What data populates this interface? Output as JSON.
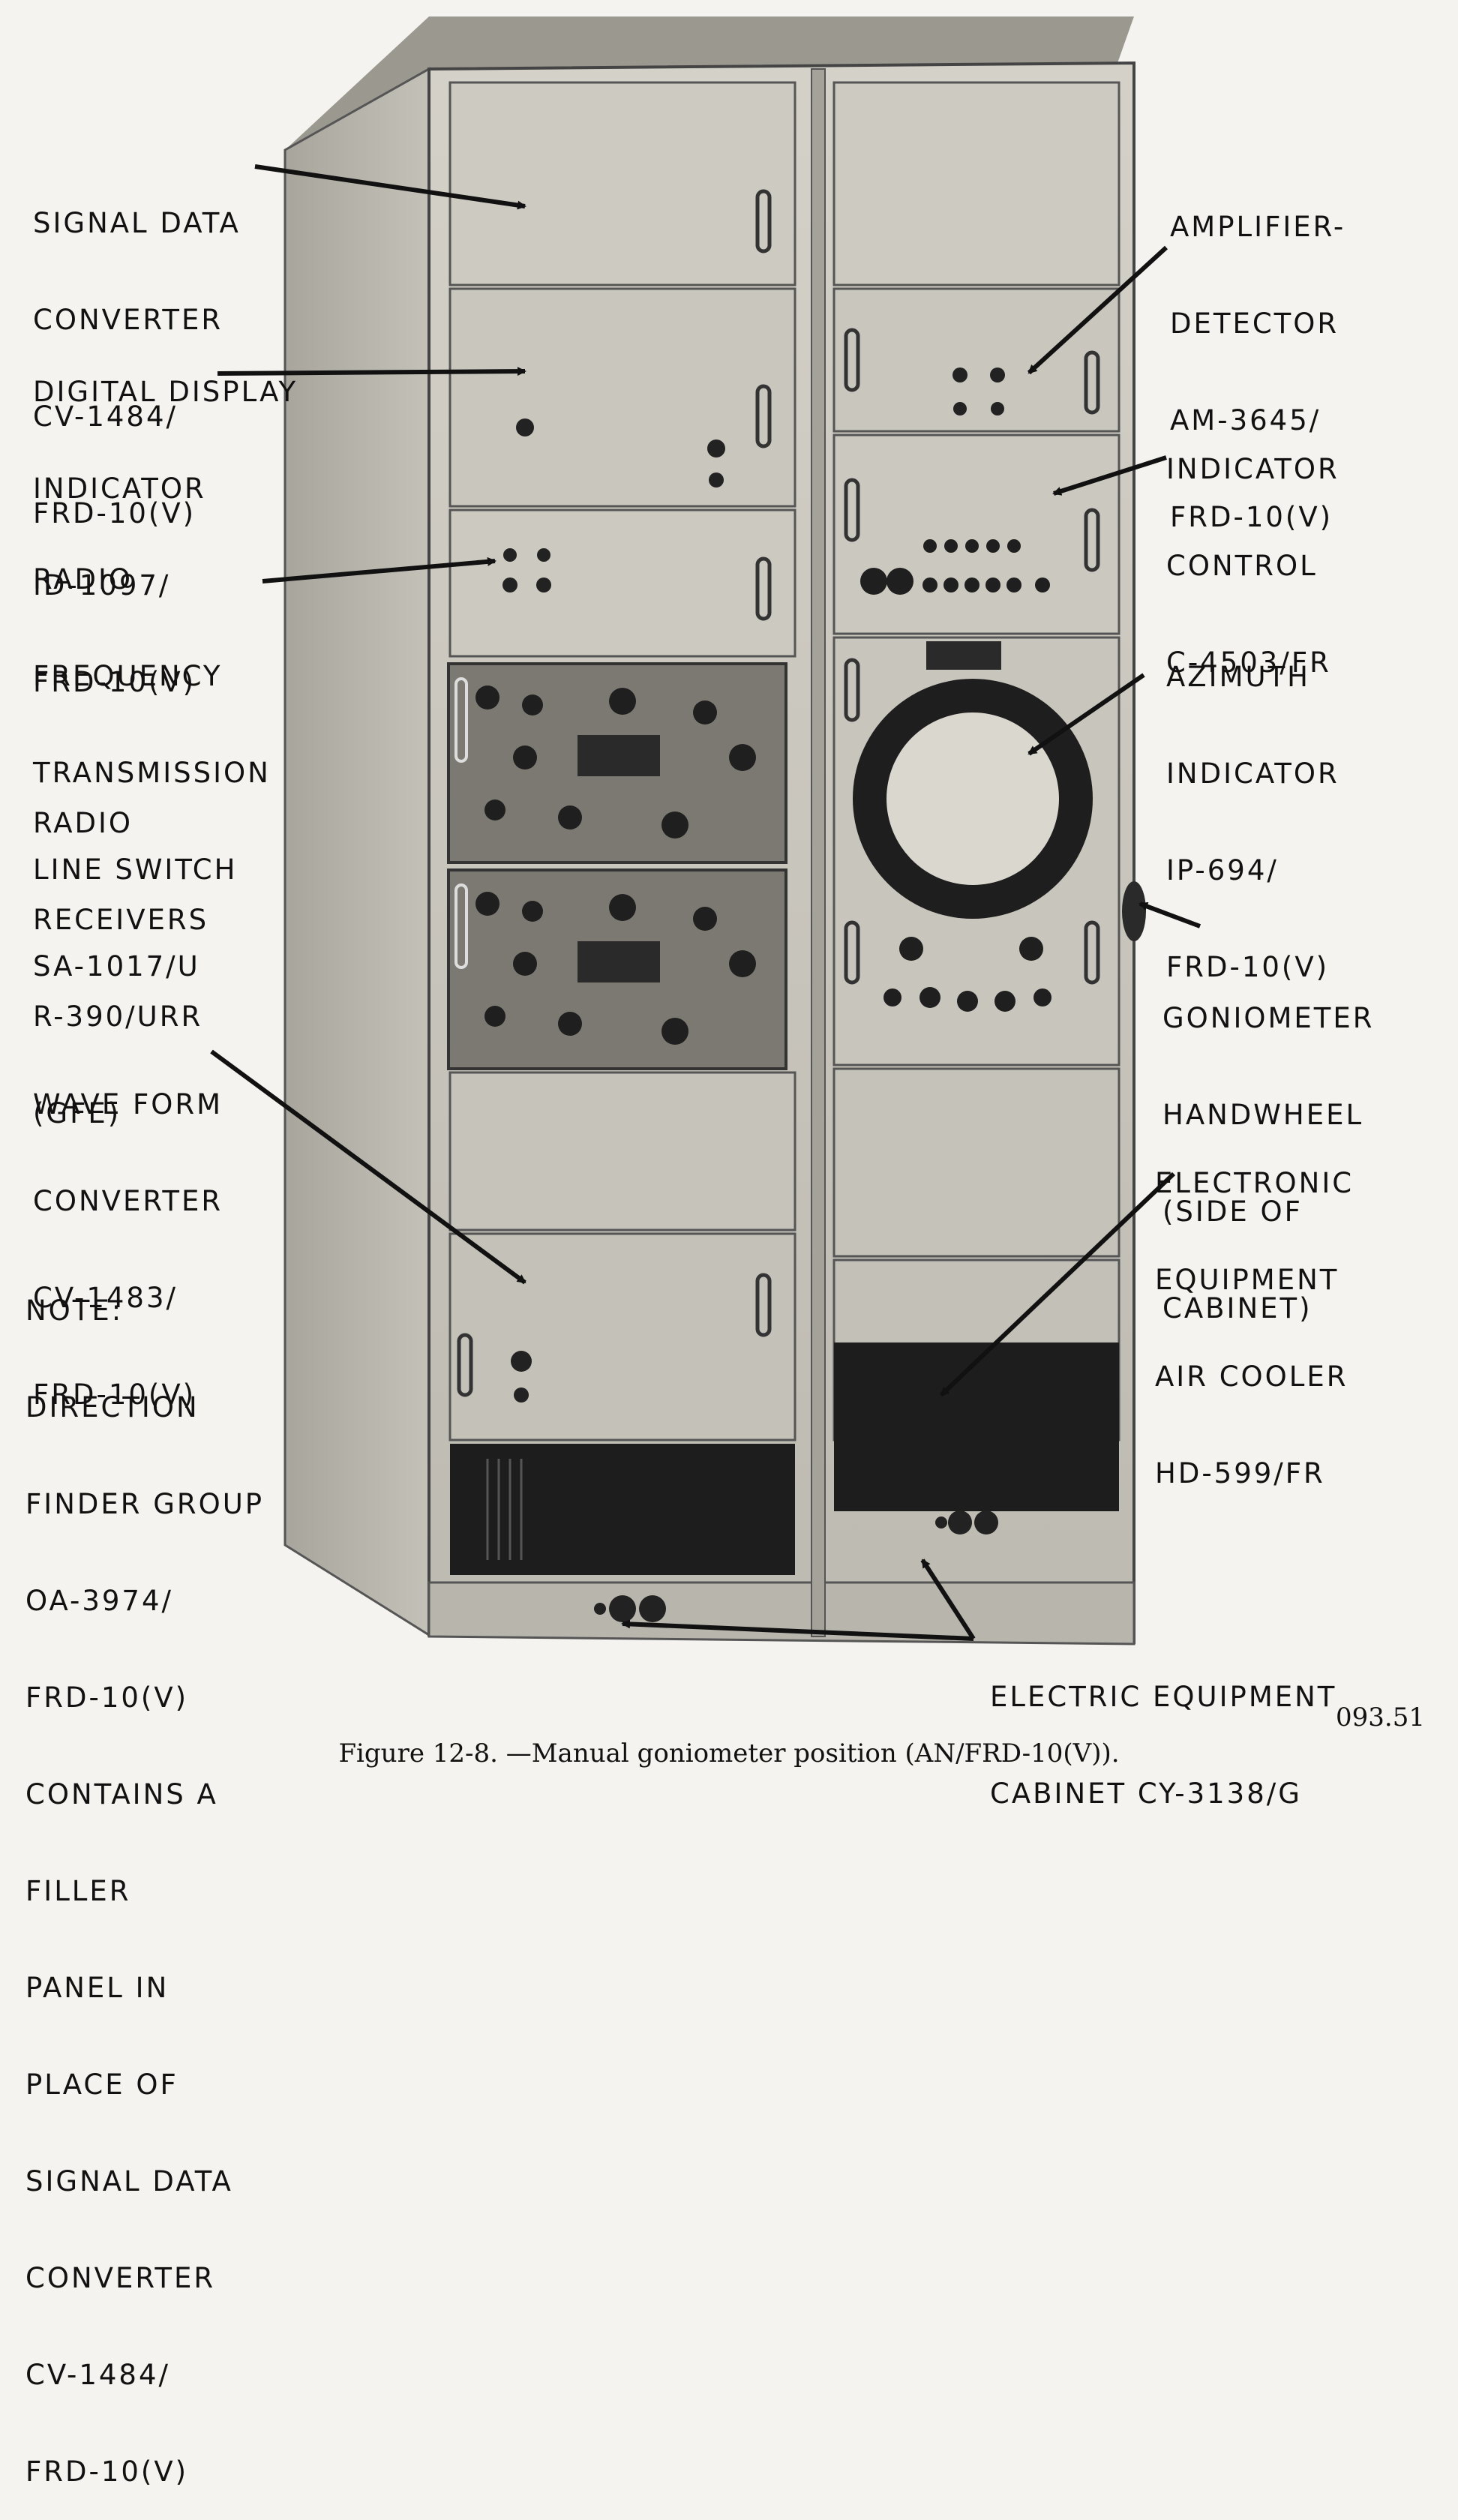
{
  "labels": {
    "signal_data_converter": [
      "SIGNAL DATA",
      "CONVERTER",
      "CV-1484/",
      "FRD-10(V)"
    ],
    "digital_display_indicator": [
      "DIGITAL DISPLAY",
      "INDICATOR",
      "ID-1097/",
      "FRD-10(V)"
    ],
    "rf_transmission_line_switch": [
      "RADIO",
      "FREQUENCY",
      "TRANSMISSION",
      "LINE SWITCH",
      "SA-1017/U"
    ],
    "radio_receivers": [
      "RADIO",
      "RECEIVERS",
      "R-390/URR",
      "(GFE)"
    ],
    "wave_form_converter": [
      "WAVE FORM",
      "CONVERTER",
      "CV-1483/",
      "FRD-10(V)"
    ],
    "note": [
      "NOTE:",
      "DIRECTION",
      "FINDER GROUP",
      "OA-3974/",
      "FRD-10(V)",
      "CONTAINS A",
      "FILLER",
      "PANEL IN",
      "PLACE OF",
      "SIGNAL DATA",
      "CONVERTER",
      "CV-1484/",
      "FRD-10(V)"
    ],
    "amplifier_detector": [
      "AMPLIFIER-",
      "DETECTOR",
      "AM-3645/",
      "FRD-10(V)"
    ],
    "indicator_control": [
      "INDICATOR",
      "CONTROL",
      "C-4503/FR"
    ],
    "azimuth_indicator": [
      "AZIMUTH",
      "INDICATOR",
      "IP-694/",
      "FRD-10(V)"
    ],
    "goniometer_handwheel": [
      "GONIOMETER",
      "HANDWHEEL",
      "(SIDE OF",
      "CABINET)"
    ],
    "air_cooler": [
      "ELECTRONIC",
      "EQUIPMENT",
      "AIR COOLER",
      "HD-599/FR"
    ],
    "cabinet": [
      "ELECTRIC EQUIPMENT",
      "CABINET CY-3138/G"
    ]
  },
  "caption": "Figure 12-8. —Manual goniometer position (AN/FRD-10(V)).",
  "figure_number": "093.51",
  "colors": {
    "ink": "#111111",
    "paper": "#f4f3ef",
    "cabinet_face": "#c9c6bd",
    "cabinet_shadow": "#8e8b84",
    "panel_dark": "#2a2a2a"
  }
}
